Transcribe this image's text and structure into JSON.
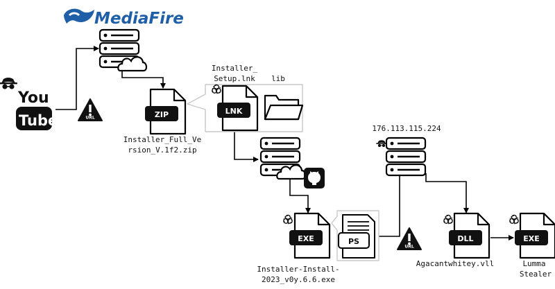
{
  "brand": {
    "name": "MediaFire"
  },
  "youtube": {
    "line1": "You",
    "line2": "Tube"
  },
  "url_badge": "URL",
  "files": {
    "zip": {
      "badge": "ZIP",
      "name_line1": "Installer_Full_Ve",
      "name_line2": "rsion_V.1f2.zip"
    },
    "lnk": {
      "badge": "LNK",
      "name_line1": "Installer_",
      "name_line2": "Setup.lnk"
    },
    "lib": {
      "name": "lib"
    },
    "exe1": {
      "badge": "EXE",
      "name_line1": "Installer-Install-",
      "name_line2": "2023_v0y.6.6.exe"
    },
    "ps": {
      "badge": "PS"
    },
    "dll": {
      "badge": "DLL",
      "name": "Agacantwhitey.vll"
    },
    "exe2": {
      "badge": "EXE",
      "name_line1": "Lumma",
      "name_line2": "Stealer"
    }
  },
  "c2": {
    "ip": "176.113.115.224"
  },
  "icons": [
    "spy-icon",
    "youtube-logo",
    "url-warning-icon",
    "mediafire-logo",
    "server-icon",
    "cloud-icon",
    "zip-file-icon",
    "lnk-file-icon",
    "folder-icon",
    "github-icon",
    "exe-file-icon",
    "ps-document-icon",
    "dll-file-icon",
    "biohazard-icon"
  ]
}
